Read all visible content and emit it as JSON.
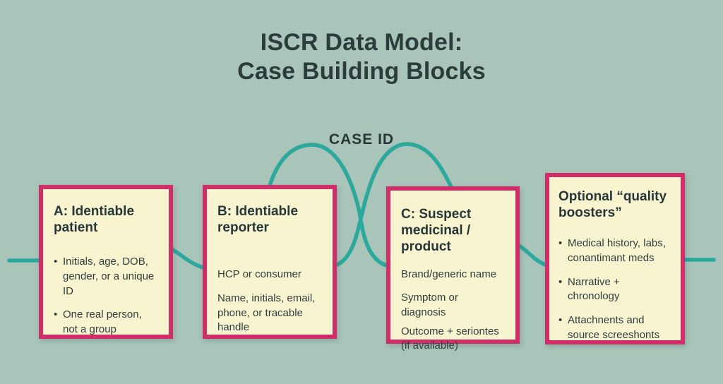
{
  "title": {
    "line1": "ISCR Data Model:",
    "line2": "Case Building Blocks"
  },
  "connector": {
    "label": "CASE ID"
  },
  "bullet_glyph": "•",
  "colors": {
    "background": "#a9c5ba",
    "connector_line": "#2ca89d",
    "box_fill": "#f9f4d0",
    "box_border": "#cf2e68",
    "heading_text": "#2c3b3c",
    "body_text": "#2f3d3e"
  },
  "boxes": [
    {
      "title": "A: Identiable patient",
      "items": [
        {
          "bullet": true,
          "text": "Initials, age, DOB, gender, or a unique ID"
        },
        {
          "bullet": true,
          "text": "One real person, not a group"
        }
      ]
    },
    {
      "title": "B: Identiable reporter",
      "items": [
        {
          "bullet": false,
          "text": "HCP or consumer"
        },
        {
          "bullet": false,
          "text": "Name, initials, email, phone, or tracable handle"
        }
      ]
    },
    {
      "title": "C: Suspect medicinal / product",
      "items": [
        {
          "bullet": false,
          "text": "Brand/generic name"
        },
        {
          "bullet": false,
          "text": "Symptom or diagnosis"
        },
        {
          "bullet": false,
          "text": "Outcome + seriontes (if available)"
        }
      ]
    },
    {
      "title": "Optional “quality boosters”",
      "items": [
        {
          "bullet": true,
          "text": "Medical history, labs, conantimant meds"
        },
        {
          "bullet": true,
          "text": "Narrative + chronology"
        },
        {
          "bullet": true,
          "text": "Attachnents and source screeshonts"
        }
      ]
    }
  ]
}
